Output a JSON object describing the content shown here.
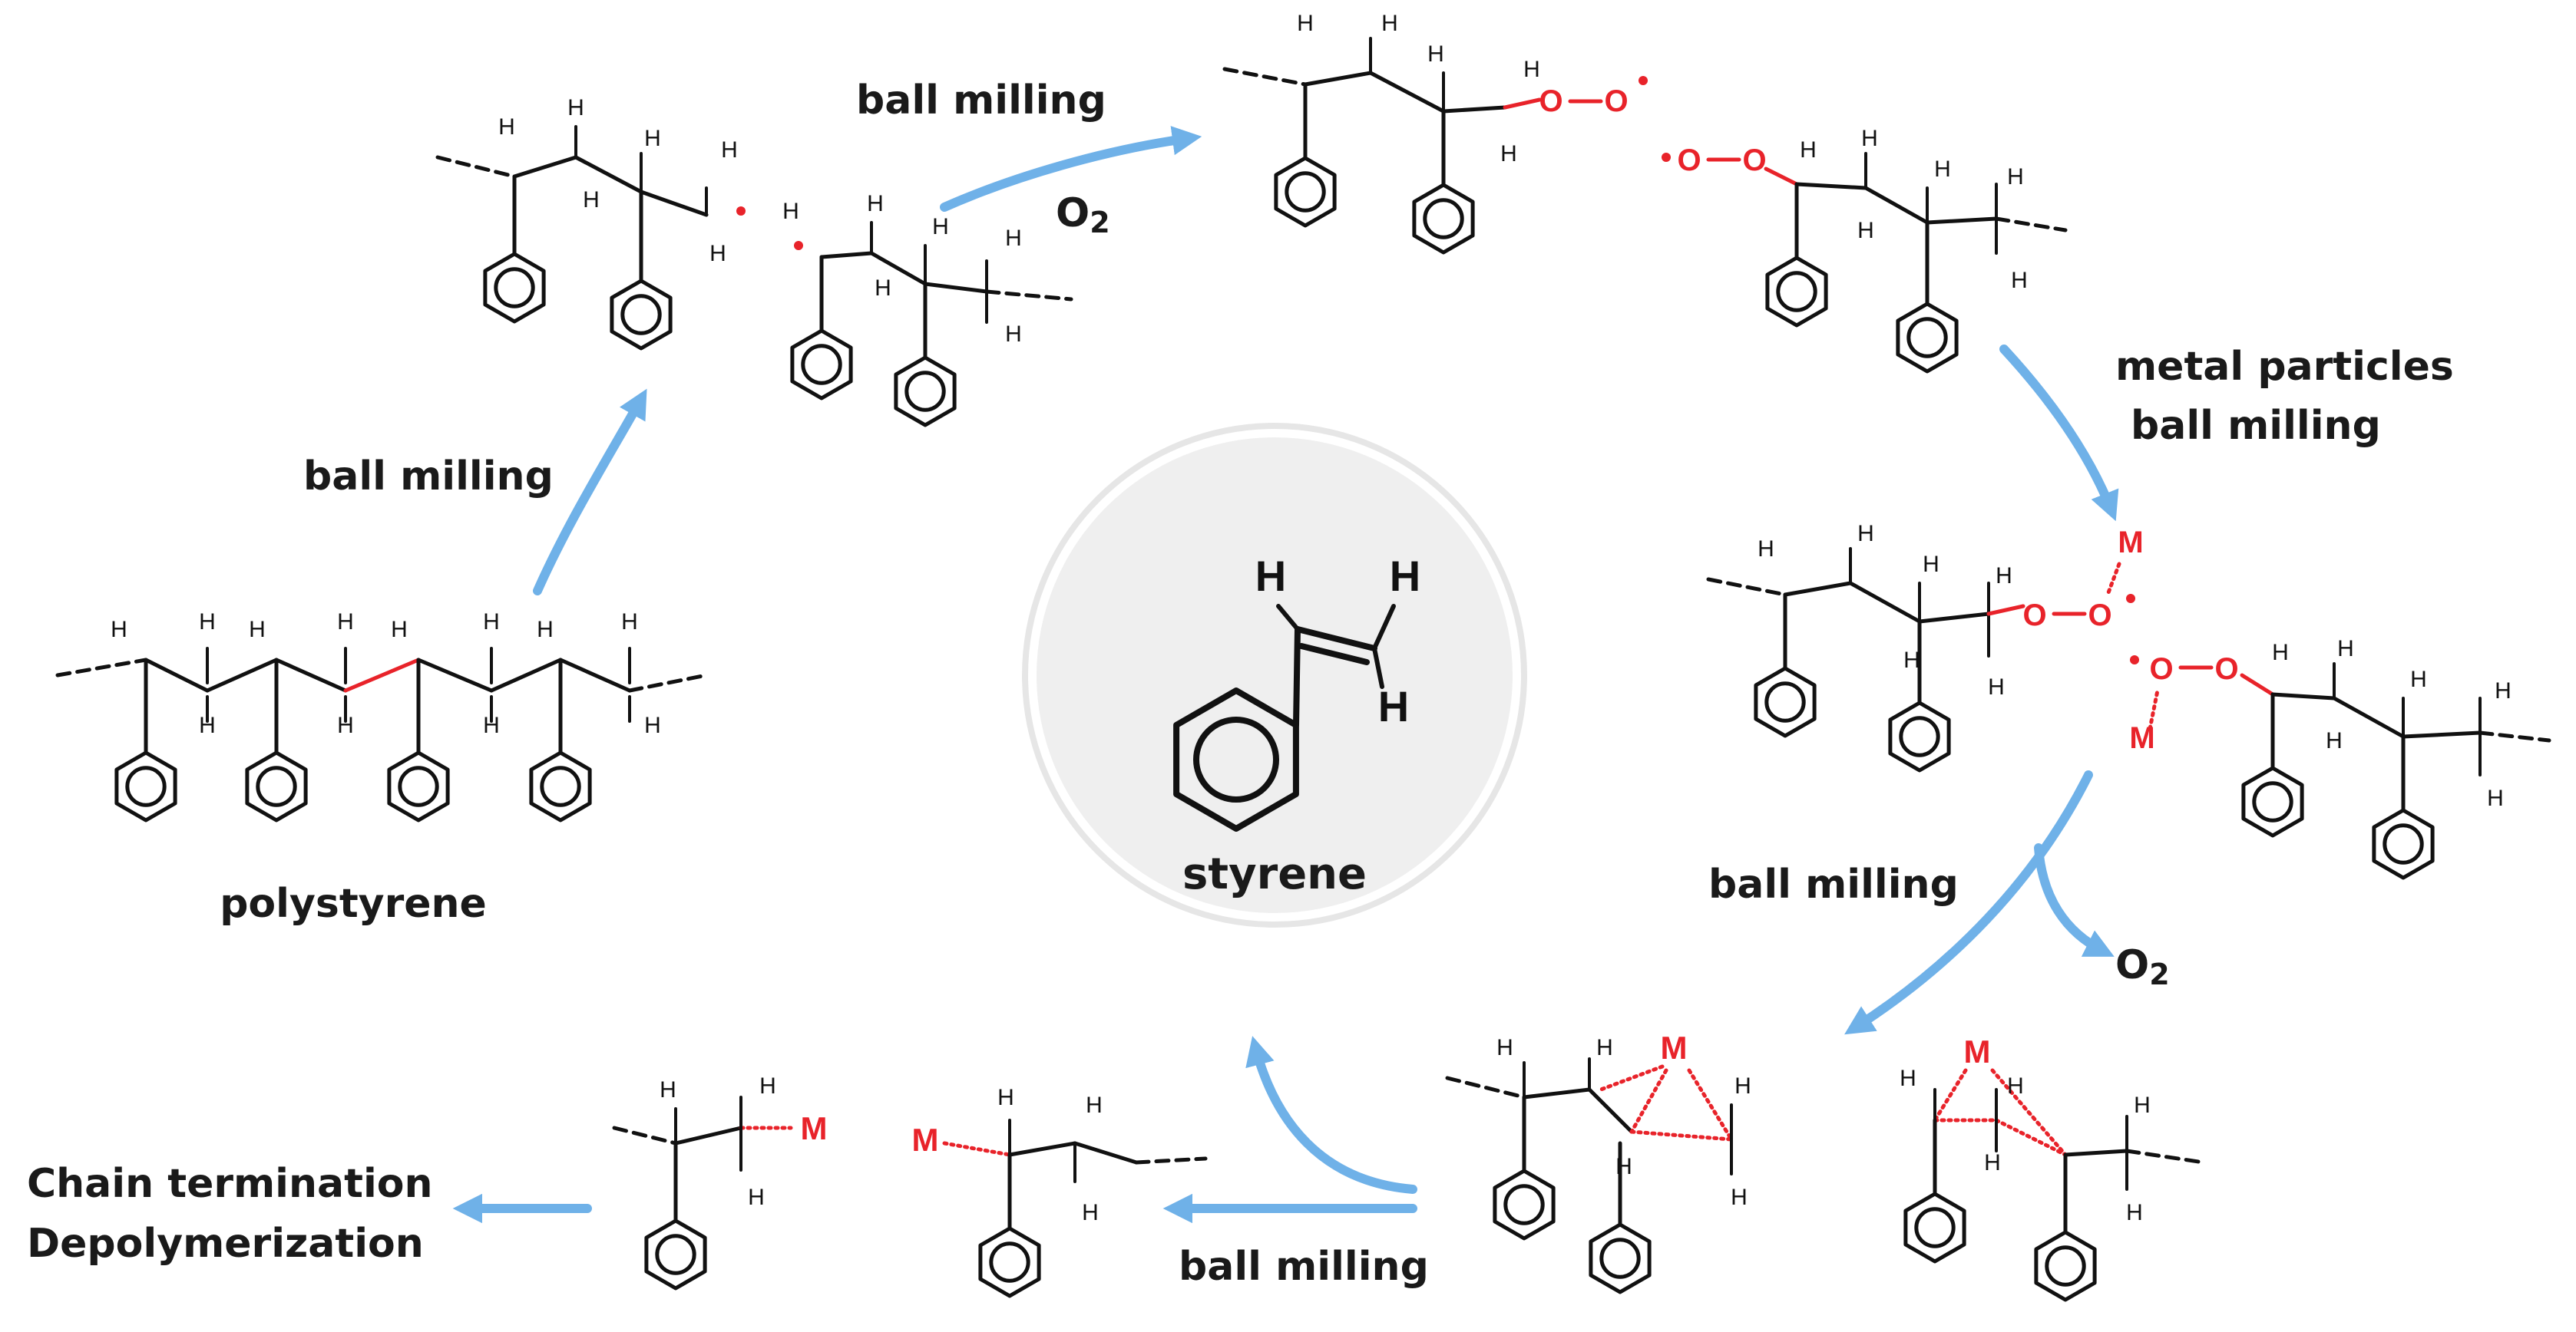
{
  "labels": {
    "polystyrene": "polystyrene",
    "styrene": "styrene",
    "ball_milling_1": "ball milling",
    "ball_milling_2": "ball milling",
    "o2_1": "O",
    "o2_1_sub": "2",
    "metal_line1": "metal particles",
    "metal_line2": "ball milling",
    "ball_milling_3": "ball milling",
    "o2_2": "O",
    "o2_2_sub": "2",
    "ball_milling_4": "ball milling",
    "termination_line1": "Chain termination",
    "termination_line2": "Depolymerization"
  },
  "atoms": {
    "h": "H",
    "o": "O",
    "m": "M"
  },
  "colors": {
    "bond": "#111111",
    "radical": "#e8232a",
    "arrow": "#6fb1e8",
    "circle_fill": "#efefef",
    "circle_ring": "#e4e4e4"
  }
}
